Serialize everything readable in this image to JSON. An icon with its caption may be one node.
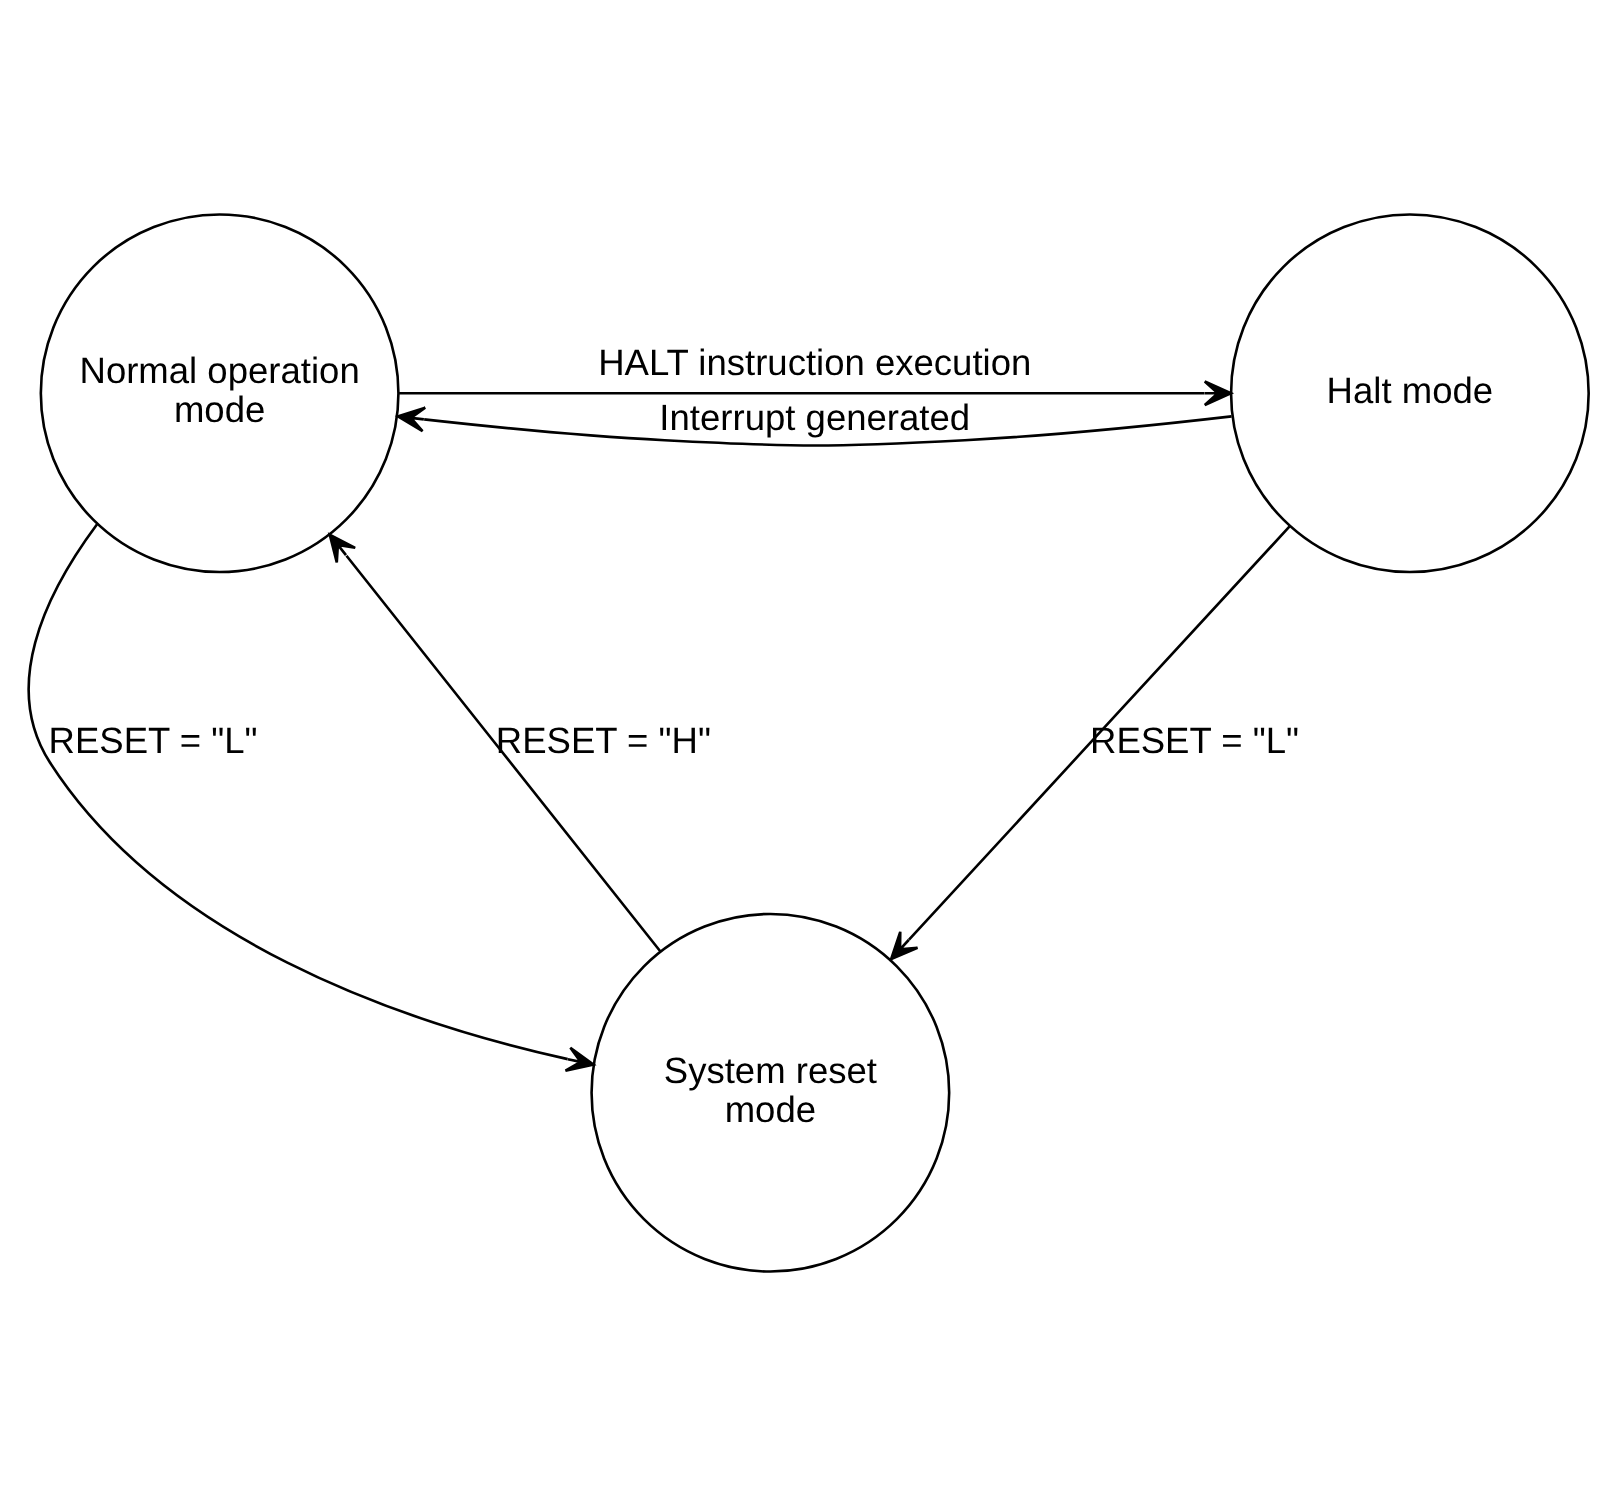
{
  "diagram": {
    "nodes": [
      {
        "text": [
          "Normal operation mode"
        ]
      },
      {
        "text": [
          "Halt mode"
        ]
      },
      {
        "text": [
          "System reset mode"
        ]
      }
    ],
    "edges": [
      {
        "from": 0,
        "to": 1,
        "arrow": "to",
        "label": "HALT instruction execution"
      },
      {
        "from": 1,
        "to": 0,
        "arrow": "to",
        "label": "Interrupt generated"
      },
      {
        "from": 0,
        "to": 2,
        "arrow": "to",
        "label": "RESET = \"L\""
      },
      {
        "from": 1,
        "to": 2,
        "arrow": "to",
        "label": "RESET = \"L\""
      },
      {
        "from": 2,
        "to": 0,
        "arrow": "to",
        "label": "RESET = \"H\""
      }
    ]
  }
}
